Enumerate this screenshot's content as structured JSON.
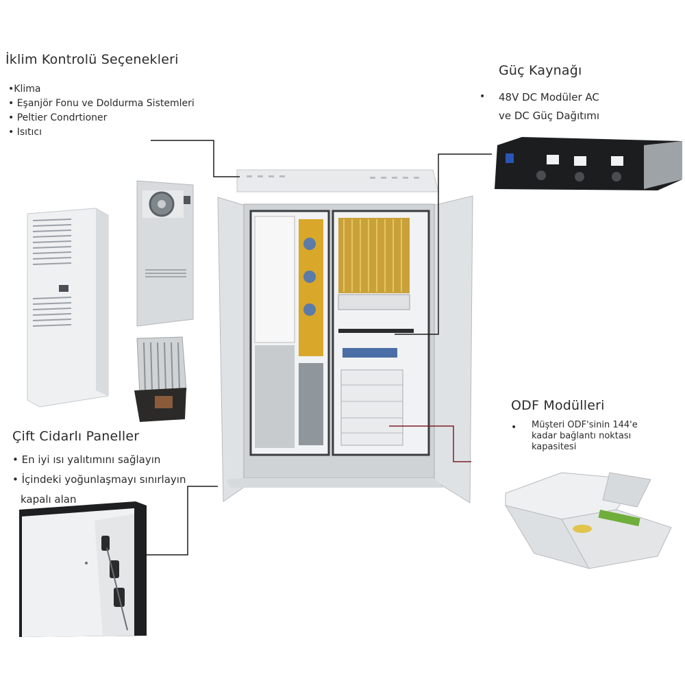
{
  "climate": {
    "title": "İklim Kontrolü Seçenekleri",
    "items": [
      "•Klima",
      "• Eşanjör Fonu ve Doldurma Sistemleri",
      "• Peltier Condrtioner",
      "• Isıtıcı"
    ]
  },
  "power": {
    "title": "Güç Kaynağı",
    "bullet": "•",
    "line1": "48V DC Modüler AC",
    "line2": "ve DC Güç Dağıtımı"
  },
  "odf": {
    "title": "ODF Modülleri",
    "bullet": "•",
    "line1": "Müşteri ODF'sinin 144'e",
    "line2": "kadar bağlantı noktası",
    "line3": "kapasitesi"
  },
  "panels": {
    "title": "Çift Cidarlı Paneller",
    "items": [
      "• En iyi ısı yalıtımını sağlayın",
      "• İçindeki yoğunlaşmayı sınırlayın",
      "kapalı alan"
    ]
  },
  "colors": {
    "connector": "#1a1a1a",
    "odf_connector": "#7a1e2a",
    "cabinet": "#e4e6e8",
    "frame": "#3a3d40"
  }
}
